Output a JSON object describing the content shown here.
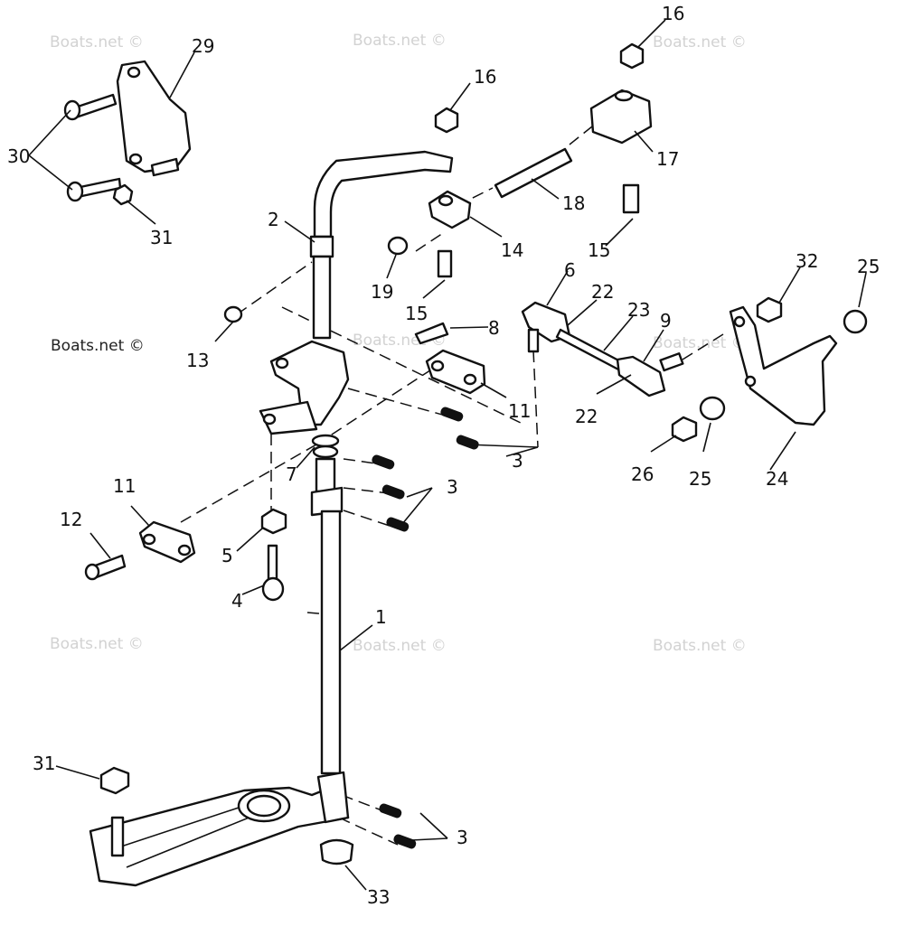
{
  "diagram": {
    "watermark": "Boats.net ©",
    "callouts": [
      "1",
      "2",
      "3",
      "3",
      "3",
      "4",
      "5",
      "6",
      "7",
      "8",
      "9",
      "11",
      "11",
      "12",
      "13",
      "14",
      "15",
      "15",
      "16",
      "16",
      "17",
      "18",
      "19",
      "22",
      "22",
      "23",
      "24",
      "25",
      "25",
      "26",
      "29",
      "30",
      "31",
      "31",
      "32",
      "33"
    ]
  },
  "colors": {
    "ink": "#111111",
    "watermark": "#d2d2d2",
    "paper": "#ffffff"
  }
}
